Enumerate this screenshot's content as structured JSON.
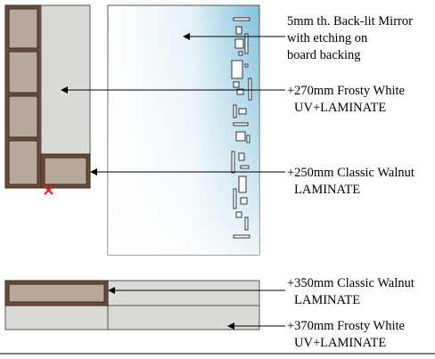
{
  "labels": {
    "mirror_line1": "5mm th. Back-lit Mirror",
    "mirror_line2": "with etching on",
    "mirror_line3": "board backing",
    "frosty_270_line1": "+270mm Frosty White",
    "frosty_270_line2": "UV+LAMINATE",
    "walnut_250_line1": "+250mm Classic Walnut",
    "walnut_250_line2": "LAMINATE",
    "walnut_350_line1": "+350mm Classic Walnut",
    "walnut_350_line2": "LAMINATE",
    "frosty_370_line1": "+370mm Frosty White",
    "frosty_370_line2": "UV+LAMINATE"
  },
  "colors": {
    "walnut": "#6b4a3a",
    "walnut_panel": "#b9a69d",
    "frosty_white": "#d9dbd6",
    "mirror_edge": "#7fc0db",
    "mirror_center": "#ffffff",
    "leader": "#000000",
    "marker": "#e02020"
  }
}
